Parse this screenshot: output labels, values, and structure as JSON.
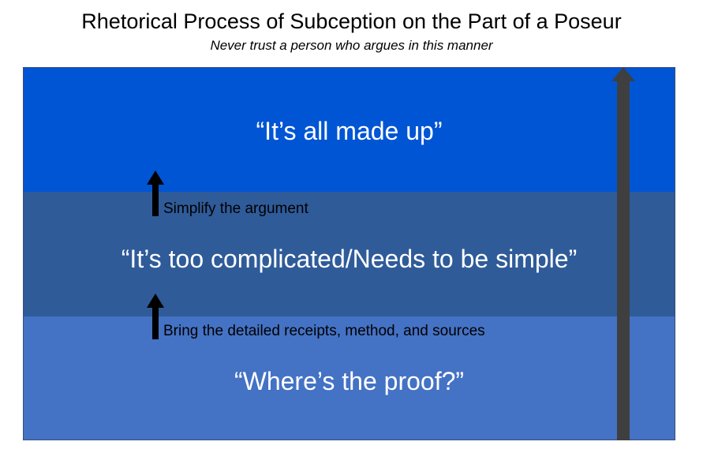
{
  "header": {
    "title": "Rhetorical Process of Subception on the Part of a Poseur",
    "subtitle": "Never trust a person who argues in this manner"
  },
  "levels": [
    {
      "text": "“It’s all made up”",
      "color": "#0055d4"
    },
    {
      "text": "“It’s too complicated/Needs to be simple”",
      "color": "#2f5b99"
    },
    {
      "text": "“Where’s the proof?”",
      "color": "#4472c4"
    }
  ],
  "steps": [
    {
      "label": "Simplify the argument"
    },
    {
      "label": "Bring the detailed receipts, method, and sources"
    }
  ],
  "colors": {
    "big_arrow": "#3f3f3f",
    "small_arrow": "#000000"
  }
}
